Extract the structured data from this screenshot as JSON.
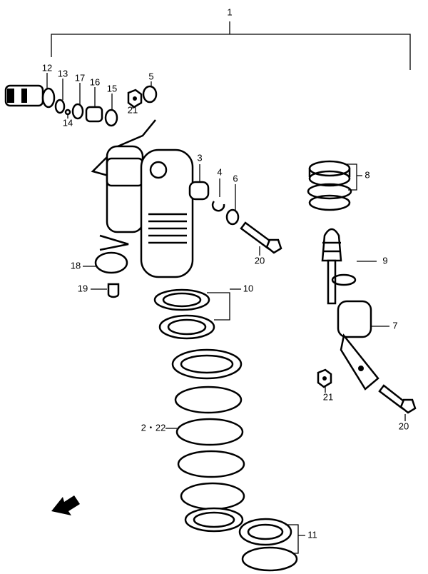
{
  "diagram": {
    "title": "Rear shock absorber exploded parts diagram",
    "callouts": {
      "c1": "1",
      "c12": "12",
      "c13": "13",
      "c17": "17",
      "c16": "16",
      "c15": "15",
      "c5": "5",
      "c21a": "21",
      "c14": "14",
      "c3": "3",
      "c4": "4",
      "c6": "6",
      "c8": "8",
      "c18": "18",
      "c20a": "20",
      "c19": "19",
      "c10": "10",
      "c9": "9",
      "c7": "7",
      "c21b": "21",
      "c2_22": "2・22",
      "c20b": "20",
      "c11": "11"
    },
    "icons": {
      "direction": "front-direction-arrow-icon"
    }
  }
}
